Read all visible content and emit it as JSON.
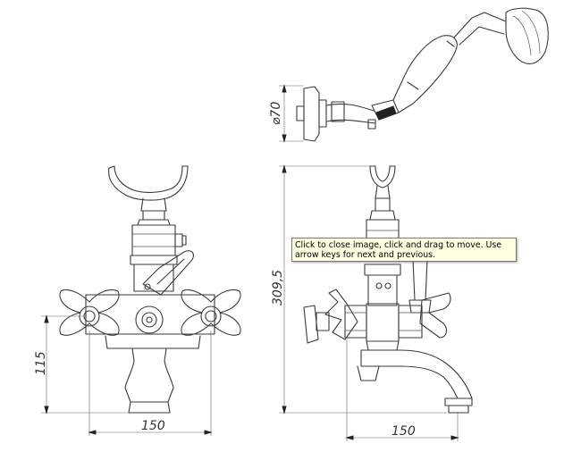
{
  "drawing": {
    "dimensions": {
      "hand_shower_diameter": "⌀70",
      "total_height": "309,5",
      "front_height": "115",
      "front_width": "150",
      "side_width": "150"
    }
  },
  "tooltip": {
    "text": "Click to close image, click and drag to move. Use arrow keys for next and previous."
  }
}
